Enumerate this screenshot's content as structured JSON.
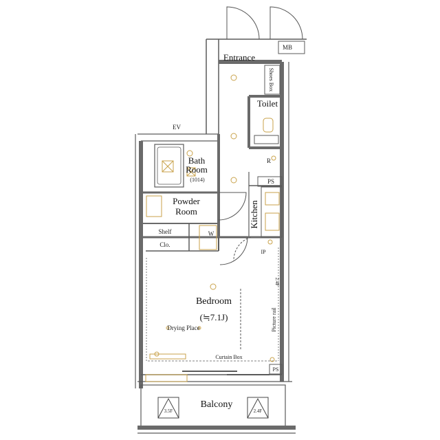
{
  "plan": {
    "rooms": {
      "entrance": "Entrance",
      "toilet": "Toilet",
      "bath_line1": "Bath",
      "bath_line2": "Room",
      "bath_size": "(1014)",
      "powder_line1": "Powder",
      "powder_line2": "Room",
      "kitchen": "Kitchen",
      "bedroom": "Bedroom",
      "bedroom_size": "(≒7.1J)",
      "balcony": "Balcony"
    },
    "labels": {
      "mb": "MB",
      "shoes_box": "Shoes Box",
      "ev": "EV",
      "r": "R",
      "ps_upper": "PS",
      "ps_lower": "PS",
      "shelf": "Shelf",
      "clo": "Clo.",
      "w": "W",
      "ip": "IP",
      "drying_place": "Drying Place",
      "curtain_box": "Curtain Box",
      "picture_rail": "Picture rail",
      "ceiling_height": "2.4F",
      "vent_left": "3.5F",
      "vent_right": "2.4F"
    },
    "colors": {
      "wall": "#5a5a5a",
      "line": "#555555",
      "fixture": "#c9a24a"
    }
  }
}
